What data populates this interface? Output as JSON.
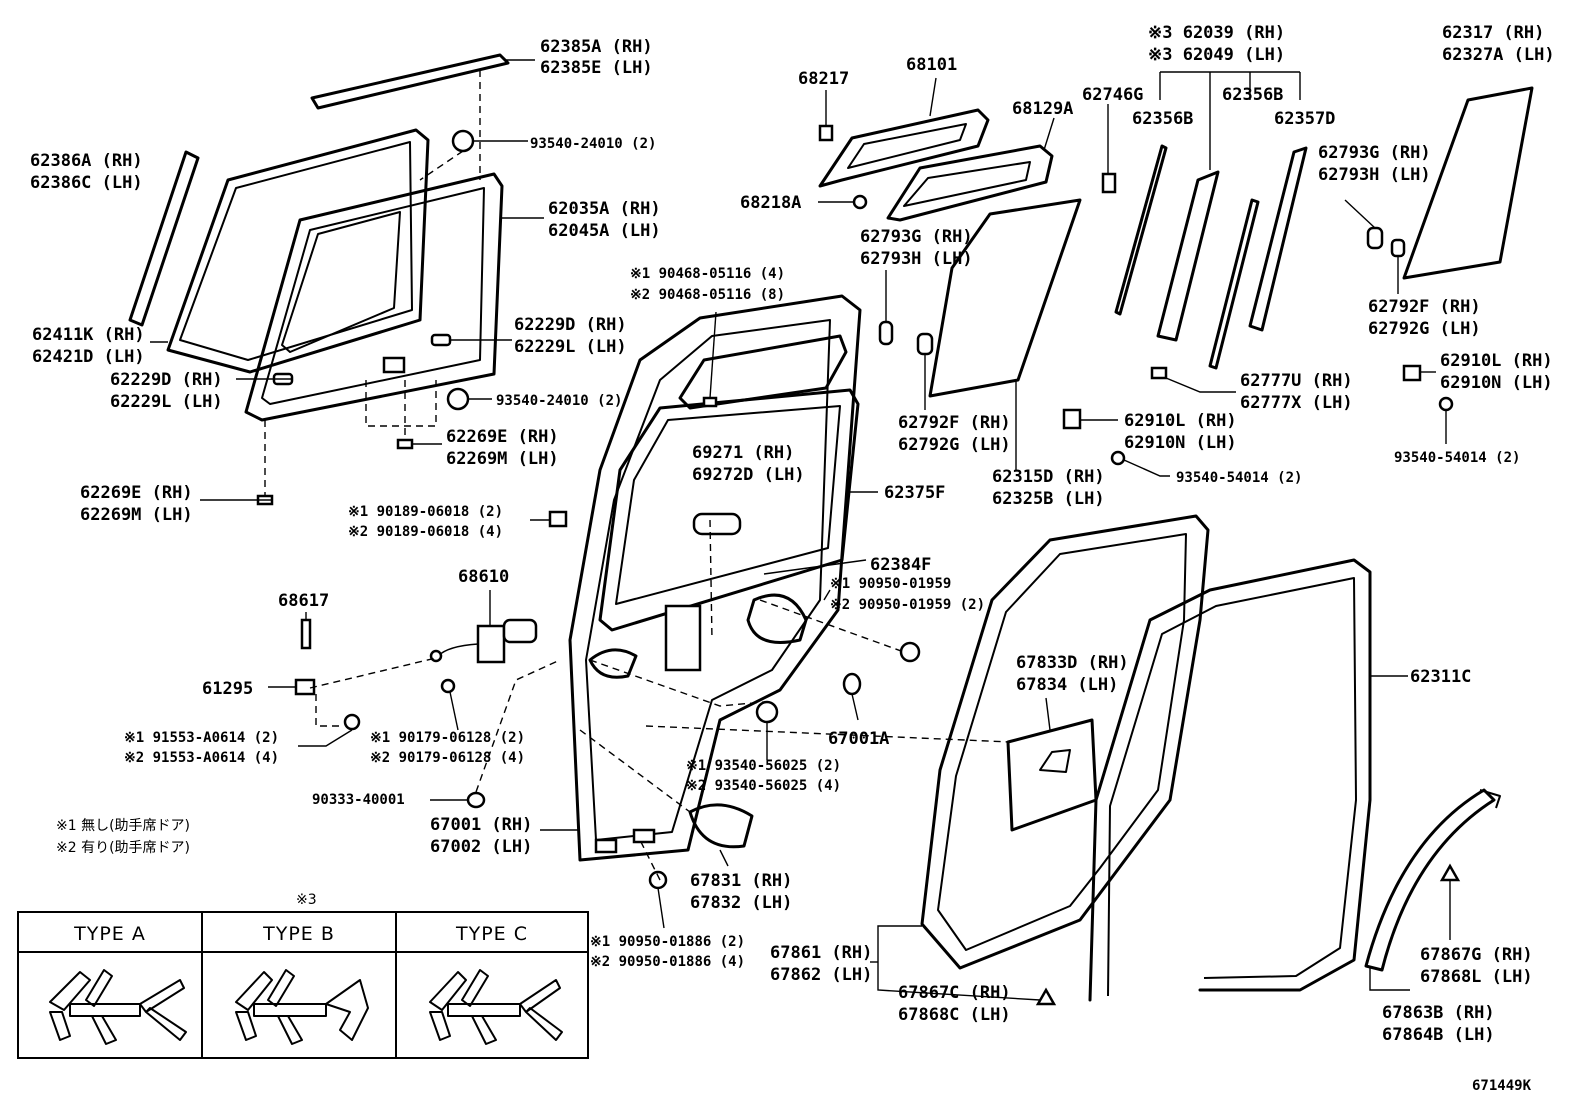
{
  "callouts": [
    {
      "lines": [
        "62385A (RH)",
        "62385E (LH)"
      ]
    },
    {
      "lines": [
        "62386A (RH)",
        "62386C (LH)"
      ]
    },
    {
      "lines": [
        "93540-24010 (2)"
      ]
    },
    {
      "lines": [
        "62035A (RH)",
        "62045A (LH)"
      ]
    },
    {
      "lines": [
        "62411K (RH)",
        "62421D (LH)"
      ]
    },
    {
      "lines": [
        "62229D (RH)",
        "62229L (LH)"
      ]
    },
    {
      "lines": [
        "62229D (RH)",
        "62229L (LH)"
      ]
    },
    {
      "lines": [
        "93540-24010 (2)"
      ]
    },
    {
      "lines": [
        "62269E (RH)",
        "62269M (LH)"
      ]
    },
    {
      "lines": [
        "62269E (RH)",
        "62269M (LH)"
      ]
    },
    {
      "lines": [
        "68217"
      ]
    },
    {
      "lines": [
        "68101"
      ]
    },
    {
      "lines": [
        "68129A"
      ]
    },
    {
      "lines": [
        "68218A"
      ]
    },
    {
      "lines": [
        "62793G (RH)",
        "62793H (LH)"
      ]
    },
    {
      "lines": [
        "62792F (RH)",
        "62792G (LH)"
      ]
    },
    {
      "lines": [
        "62315D (RH)",
        "62325B (LH)"
      ]
    },
    {
      "lines": [
        "※3 62039 (RH)",
        "※3 62049 (LH)"
      ]
    },
    {
      "lines": [
        "62746G"
      ]
    },
    {
      "lines": [
        "62356B"
      ]
    },
    {
      "lines": [
        "62356B"
      ]
    },
    {
      "lines": [
        "62357D"
      ]
    },
    {
      "lines": [
        "62317 (RH)",
        "62327A (LH)"
      ]
    },
    {
      "lines": [
        "62793G (RH)",
        "62793H (LH)"
      ]
    },
    {
      "lines": [
        "62792F (RH)",
        "62792G (LH)"
      ]
    },
    {
      "lines": [
        "62910L (RH)",
        "62910N (LH)"
      ]
    },
    {
      "lines": [
        "93540-54014 (2)"
      ]
    },
    {
      "lines": [
        "62777U (RH)",
        "62777X (LH)"
      ]
    },
    {
      "lines": [
        "62910L (RH)",
        "62910N (LH)"
      ]
    },
    {
      "lines": [
        "93540-54014 (2)"
      ]
    },
    {
      "lines": [
        "※1 90468-05116 (4)",
        "※2 90468-05116 (8)"
      ]
    },
    {
      "lines": [
        "69271 (RH)",
        "69272D (LH)"
      ]
    },
    {
      "lines": [
        "62375F"
      ]
    },
    {
      "lines": [
        "※1 90189-06018 (2)",
        "※2 90189-06018 (4)"
      ]
    },
    {
      "lines": [
        "62384F"
      ]
    },
    {
      "lines": [
        "※1 90950-01959",
        "※2 90950-01959 (2)"
      ]
    },
    {
      "lines": [
        "68610"
      ]
    },
    {
      "lines": [
        "68617"
      ]
    },
    {
      "lines": [
        "61295"
      ]
    },
    {
      "lines": [
        "※1 91553-A0614 (2)",
        "※2 91553-A0614 (4)"
      ]
    },
    {
      "lines": [
        "※1 90179-06128 (2)",
        "※2 90179-06128 (4)"
      ]
    },
    {
      "lines": [
        "90333-40001"
      ]
    },
    {
      "lines": [
        "※1 93540-56025 (2)",
        "※2 93540-56025 (4)"
      ]
    },
    {
      "lines": [
        "67001A"
      ]
    },
    {
      "lines": [
        "67001 (RH)",
        "67002 (LH)"
      ]
    },
    {
      "lines": [
        "67831 (RH)",
        "67832 (LH)"
      ]
    },
    {
      "lines": [
        "※1 90950-01886 (2)",
        "※2 90950-01886 (4)"
      ]
    },
    {
      "lines": [
        "67833D (RH)",
        "67834 (LH)"
      ]
    },
    {
      "lines": [
        "62311C"
      ]
    },
    {
      "lines": [
        "67861 (RH)",
        "67862 (LH)"
      ]
    },
    {
      "lines": [
        "67867C (RH)",
        "67868C (LH)"
      ]
    },
    {
      "lines": [
        "67867G (RH)",
        "67868L (LH)"
      ]
    },
    {
      "lines": [
        "67863B (RH)",
        "67864B (LH)"
      ]
    }
  ],
  "notes": [
    "※1 無し(助手席ドア)",
    "※2 有り(助手席ドア)"
  ],
  "type_table": {
    "marker": "※3",
    "headers": [
      "TYPE  A",
      "TYPE  B",
      "TYPE  C"
    ]
  },
  "diagram_code": "671449K"
}
